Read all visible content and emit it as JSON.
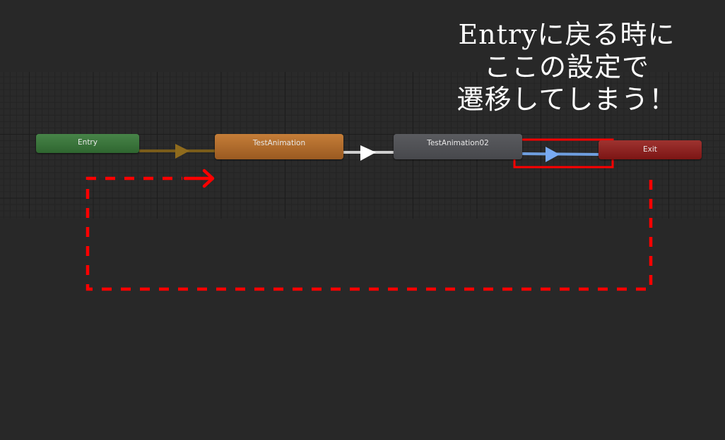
{
  "nodes": {
    "entry": {
      "label": "Entry",
      "color": "#3d7a3e"
    },
    "test_animation": {
      "label": "TestAnimation",
      "color": "#b36e2e"
    },
    "test_animation02": {
      "label": "TestAnimation02",
      "color": "#505155"
    },
    "exit": {
      "label": "Exit",
      "color": "#8d2421"
    }
  },
  "transitions": [
    {
      "from": "Entry",
      "to": "TestAnimation",
      "color": "#8a6a1e"
    },
    {
      "from": "TestAnimation",
      "to": "TestAnimation02",
      "color": "#e0e0e0"
    },
    {
      "from": "TestAnimation02",
      "to": "Exit",
      "color": "#6fa0e8",
      "selected": true
    }
  ],
  "annotation": {
    "lines": [
      "Entryに戻る時に",
      "ここの設定で",
      "遷移してしまう！"
    ],
    "highlight_color": "#ff0000"
  }
}
